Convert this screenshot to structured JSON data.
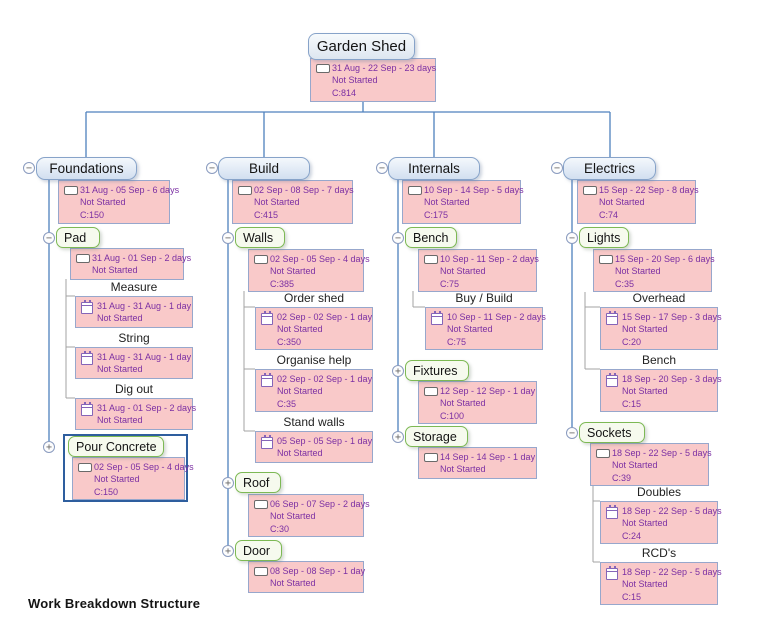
{
  "footer": {
    "label": "Work Breakdown Structure"
  },
  "toggles": {
    "minus": "−",
    "plus": "+"
  },
  "colors": {
    "connector": "#4f81bd",
    "leaf_connector": "#a3a3a3",
    "task_fill": "#f9c9c9",
    "task_text": "#7b2fa3",
    "category_border": "#87a3c9",
    "subtask_border": "#7db954",
    "selection": "#2e5e9e"
  },
  "nodes": [
    {
      "id": "garden-shed",
      "title": "Garden Shed",
      "kind": "blue",
      "toggle": null,
      "selected": false,
      "icon": "task-icon",
      "dates": "31 Aug - 22 Sep - 23 days",
      "status": "Not Started",
      "cost": "C:814"
    },
    {
      "id": "foundations",
      "title": "Foundations",
      "kind": "blue",
      "toggle": "minus",
      "selected": false,
      "icon": "task-icon",
      "dates": "31 Aug - 05 Sep - 6 days",
      "status": "Not Started",
      "cost": "C:150"
    },
    {
      "id": "pad",
      "title": "Pad",
      "kind": "green",
      "toggle": "minus",
      "selected": false,
      "icon": "task-icon",
      "dates": "31 Aug - 01 Sep - 2 days",
      "status": "Not Started",
      "cost": null
    },
    {
      "id": "measure",
      "title": "Measure",
      "kind": "label",
      "toggle": null,
      "selected": false,
      "icon": "calendar-icon",
      "dates": "31 Aug - 31 Aug - 1 day",
      "status": "Not Started",
      "cost": null
    },
    {
      "id": "string",
      "title": "String",
      "kind": "label",
      "toggle": null,
      "selected": false,
      "icon": "calendar-icon",
      "dates": "31 Aug - 31 Aug - 1 day",
      "status": "Not Started",
      "cost": null
    },
    {
      "id": "dig-out",
      "title": "Dig out",
      "kind": "label",
      "toggle": null,
      "selected": false,
      "icon": "calendar-icon",
      "dates": "31 Aug - 01 Sep - 2 days",
      "status": "Not Started",
      "cost": null
    },
    {
      "id": "pour-concrete",
      "title": "Pour Concrete",
      "kind": "green",
      "toggle": "plus",
      "selected": true,
      "icon": "task-icon",
      "dates": "02 Sep - 05 Sep - 4 days",
      "status": "Not Started",
      "cost": "C:150"
    },
    {
      "id": "build",
      "title": "Build",
      "kind": "blue",
      "toggle": "minus",
      "selected": false,
      "icon": "task-icon",
      "dates": "02 Sep - 08 Sep - 7 days",
      "status": "Not Started",
      "cost": "C:415"
    },
    {
      "id": "walls",
      "title": "Walls",
      "kind": "green",
      "toggle": "minus",
      "selected": false,
      "icon": "task-icon",
      "dates": "02 Sep - 05 Sep - 4 days",
      "status": "Not Started",
      "cost": "C:385"
    },
    {
      "id": "order-shed",
      "title": "Order shed",
      "kind": "label",
      "toggle": null,
      "selected": false,
      "icon": "calendar-icon",
      "dates": "02 Sep - 02 Sep - 1 day",
      "status": "Not Started",
      "cost": "C:350"
    },
    {
      "id": "organise-help",
      "title": "Organise help",
      "kind": "label",
      "toggle": null,
      "selected": false,
      "icon": "calendar-icon",
      "dates": "02 Sep - 02 Sep - 1 day",
      "status": "Not Started",
      "cost": "C:35"
    },
    {
      "id": "stand-walls",
      "title": "Stand walls",
      "kind": "label",
      "toggle": null,
      "selected": false,
      "icon": "calendar-icon",
      "dates": "05 Sep - 05 Sep - 1 day",
      "status": "Not Started",
      "cost": null
    },
    {
      "id": "roof",
      "title": "Roof",
      "kind": "green",
      "toggle": "plus",
      "selected": false,
      "icon": "task-icon",
      "dates": "06 Sep - 07 Sep - 2 days",
      "status": "Not Started",
      "cost": "C:30"
    },
    {
      "id": "door",
      "title": "Door",
      "kind": "green",
      "toggle": "plus",
      "selected": false,
      "icon": "task-icon",
      "dates": "08 Sep - 08 Sep - 1 day",
      "status": "Not Started",
      "cost": null
    },
    {
      "id": "internals",
      "title": "Internals",
      "kind": "blue",
      "toggle": "minus",
      "selected": false,
      "icon": "task-icon",
      "dates": "10 Sep - 14 Sep - 5 days",
      "status": "Not Started",
      "cost": "C:175"
    },
    {
      "id": "bench-internals",
      "title": "Bench",
      "kind": "green",
      "toggle": "minus",
      "selected": false,
      "icon": "task-icon",
      "dates": "10 Sep - 11 Sep - 2 days",
      "status": "Not Started",
      "cost": "C:75"
    },
    {
      "id": "buy-build",
      "title": "Buy / Build",
      "kind": "label",
      "toggle": null,
      "selected": false,
      "icon": "calendar-icon",
      "dates": "10 Sep - 11 Sep - 2 days",
      "status": "Not Started",
      "cost": "C:75"
    },
    {
      "id": "fixtures",
      "title": "Fixtures",
      "kind": "green",
      "toggle": "plus",
      "selected": false,
      "icon": "task-icon",
      "dates": "12 Sep - 12 Sep - 1 day",
      "status": "Not Started",
      "cost": "C:100"
    },
    {
      "id": "storage",
      "title": "Storage",
      "kind": "green",
      "toggle": "plus",
      "selected": false,
      "icon": "task-icon",
      "dates": "14 Sep - 14 Sep - 1 day",
      "status": "Not Started",
      "cost": null
    },
    {
      "id": "electrics",
      "title": "Electrics",
      "kind": "blue",
      "toggle": "minus",
      "selected": false,
      "icon": "task-icon",
      "dates": "15 Sep - 22 Sep - 8 days",
      "status": "Not Started",
      "cost": "C:74"
    },
    {
      "id": "lights",
      "title": "Lights",
      "kind": "green",
      "toggle": "minus",
      "selected": false,
      "icon": "task-icon",
      "dates": "15 Sep - 20 Sep - 6 days",
      "status": "Not Started",
      "cost": "C:35"
    },
    {
      "id": "overhead",
      "title": "Overhead",
      "kind": "label",
      "toggle": null,
      "selected": false,
      "icon": "calendar-icon",
      "dates": "15 Sep - 17 Sep - 3 days",
      "status": "Not Started",
      "cost": "C:20"
    },
    {
      "id": "bench-electrics",
      "title": "Bench",
      "kind": "label",
      "toggle": null,
      "selected": false,
      "icon": "calendar-icon",
      "dates": "18 Sep - 20 Sep - 3 days",
      "status": "Not Started",
      "cost": "C:15"
    },
    {
      "id": "sockets",
      "title": "Sockets",
      "kind": "green",
      "toggle": "minus",
      "selected": false,
      "icon": "task-icon",
      "dates": "18 Sep - 22 Sep - 5 days",
      "status": "Not Started",
      "cost": "C:39"
    },
    {
      "id": "doubles",
      "title": "Doubles",
      "kind": "label",
      "toggle": null,
      "selected": false,
      "icon": "calendar-icon",
      "dates": "18 Sep - 22 Sep - 5 days",
      "status": "Not Started",
      "cost": "C:24"
    },
    {
      "id": "rcds",
      "title": "RCD's",
      "kind": "label",
      "toggle": null,
      "selected": false,
      "icon": "calendar-icon",
      "dates": "18 Sep - 22 Sep - 5 days",
      "status": "Not Started",
      "cost": "C:15"
    }
  ]
}
